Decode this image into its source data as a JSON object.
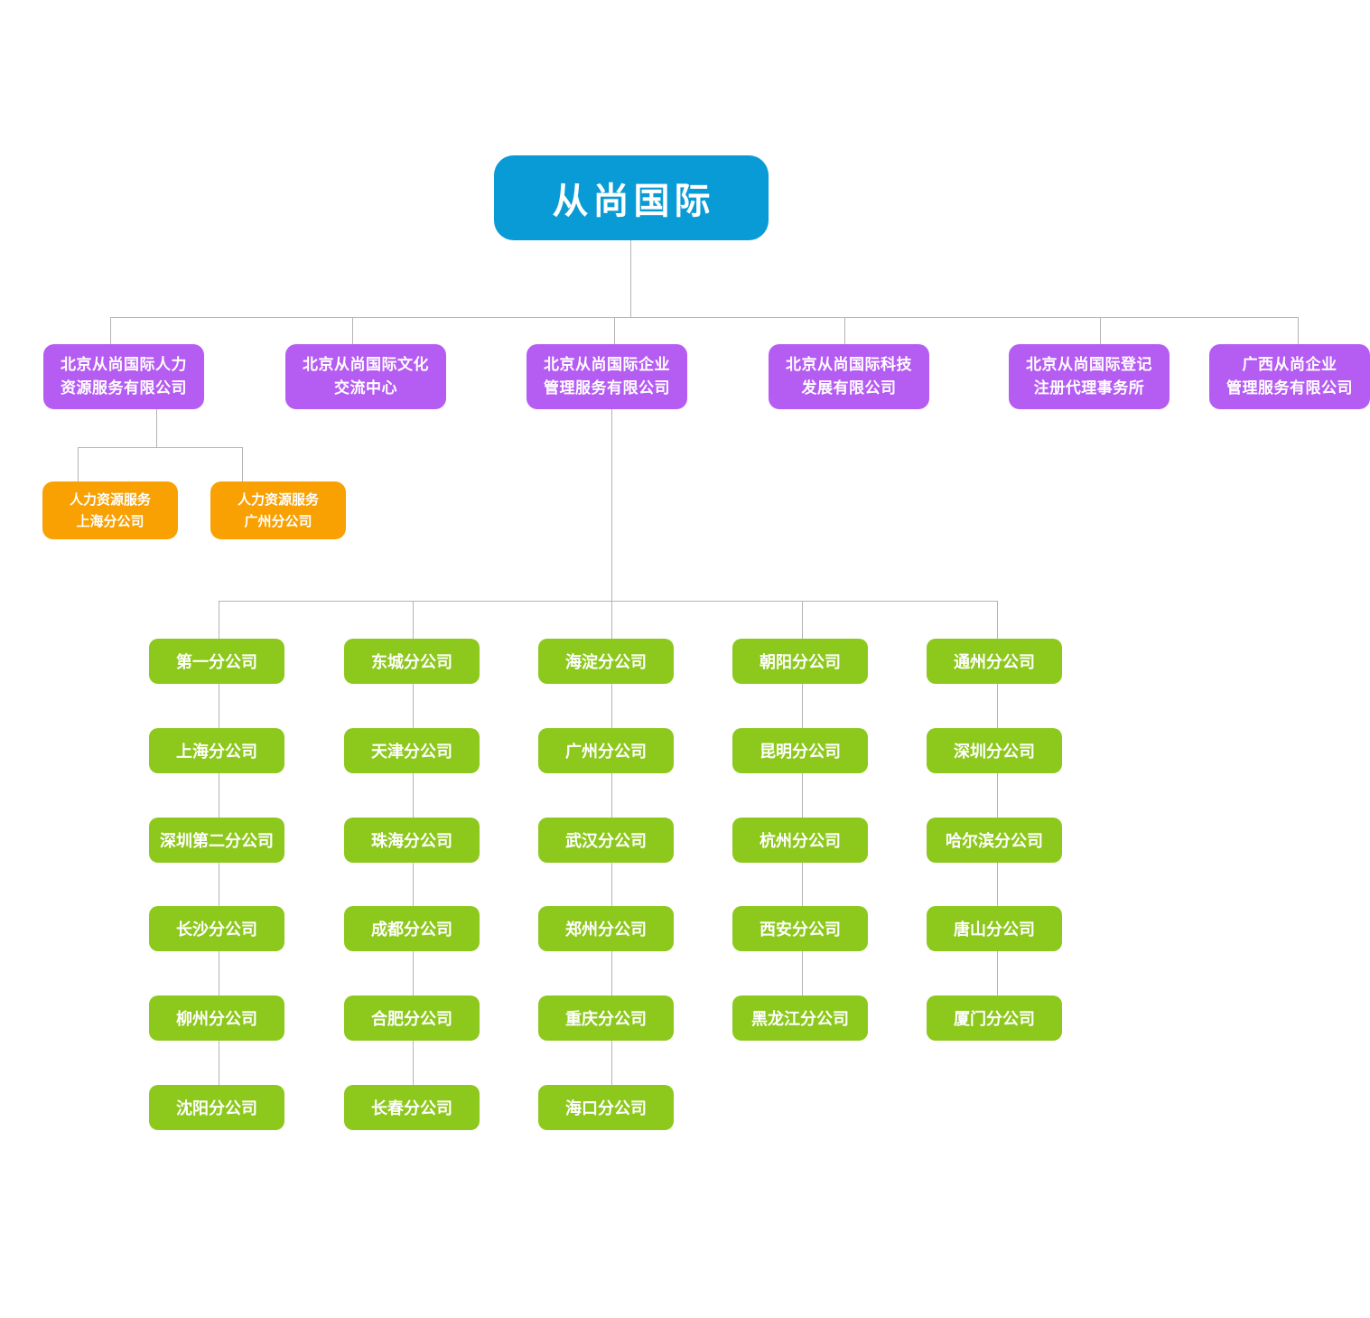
{
  "root": {
    "label": "从尚国际"
  },
  "subsidiaries": [
    {
      "label": "北京从尚国际人力\n资源服务有限公司"
    },
    {
      "label": "北京从尚国际文化\n交流中心"
    },
    {
      "label": "北京从尚国际企业\n管理服务有限公司"
    },
    {
      "label": "北京从尚国际科技\n发展有限公司"
    },
    {
      "label": "北京从尚国际登记\n注册代理事务所"
    },
    {
      "label": "广西从尚企业\n管理服务有限公司"
    }
  ],
  "hr_branches": [
    {
      "label": "人力资源服务\n上海分公司"
    },
    {
      "label": "人力资源服务\n广州分公司"
    }
  ],
  "branch_columns": [
    [
      "第一分公司",
      "上海分公司",
      "深圳第二分公司",
      "长沙分公司",
      "柳州分公司",
      "沈阳分公司"
    ],
    [
      "东城分公司",
      "天津分公司",
      "珠海分公司",
      "成都分公司",
      "合肥分公司",
      "长春分公司"
    ],
    [
      "海淀分公司",
      "广州分公司",
      "武汉分公司",
      "郑州分公司",
      "重庆分公司",
      "海口分公司"
    ],
    [
      "朝阳分公司",
      "昆明分公司",
      "杭州分公司",
      "西安分公司",
      "黑龙江分公司"
    ],
    [
      "通州分公司",
      "深圳分公司",
      "哈尔滨分公司",
      "唐山分公司",
      "厦门分公司"
    ]
  ],
  "colors": {
    "background": "#ffffff",
    "root_box": "#099bd5",
    "subsidiary_box": "#b55cf2",
    "hr_branch_box": "#f9a102",
    "branch_box": "#8dc81d",
    "connector": "#b4b4b4",
    "text": "#ffffff"
  }
}
